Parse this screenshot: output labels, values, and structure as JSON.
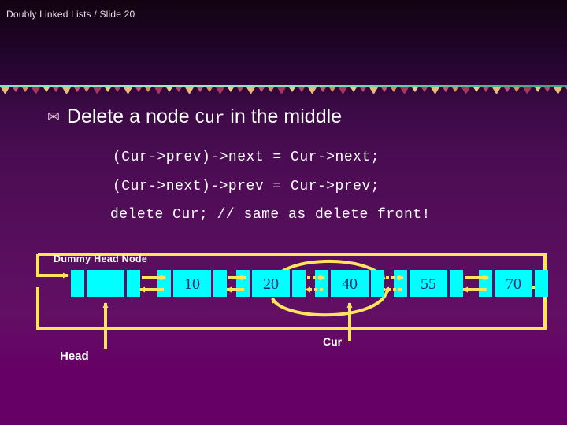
{
  "header": {
    "title": "Doubly Linked Lists / Slide 20"
  },
  "bullet": {
    "icon": "envelope-bullet-icon",
    "text_before": "Delete a node ",
    "mono_token": "Cur",
    "text_after": " in the middle"
  },
  "code": {
    "line1": "(Cur->prev)->next = Cur->next;",
    "line2": "(Cur->next)->prev = Cur->prev;",
    "line3": "delete Cur; // same as delete front!"
  },
  "diagram": {
    "dummy_label": "Dummy Head Node",
    "head_label": "Head",
    "cur_label": "Cur",
    "nodes": [
      {
        "value": "",
        "name": "dummy-head-node"
      },
      {
        "value": "10",
        "name": "node-10"
      },
      {
        "value": "20",
        "name": "node-20"
      },
      {
        "value": "40",
        "name": "node-40"
      },
      {
        "value": "55",
        "name": "node-55"
      },
      {
        "value": "70",
        "name": "node-70"
      }
    ],
    "colors": {
      "node_fill": "#00FFFF",
      "node_text": "#1a237e",
      "arrow": "#FFE45C",
      "background": "#660066"
    }
  }
}
